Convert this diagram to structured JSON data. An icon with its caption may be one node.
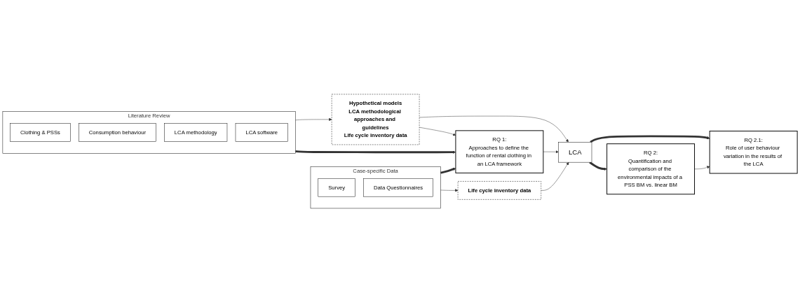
{
  "diagram": {
    "nodes": [
      {
        "text": [
          "Literature Review"
        ]
      },
      {
        "text": [
          "Clothing & PSSs"
        ],
        "in": 0
      },
      {
        "text": [
          "Consumption behaviour"
        ],
        "in": 0
      },
      {
        "text": [
          "LCA methodology"
        ],
        "in": 0
      },
      {
        "text": [
          "LCA software"
        ],
        "in": 0
      },
      {
        "text": [
          "Case-specific Data"
        ]
      },
      {
        "text": [
          "Survey"
        ],
        "in": 5
      },
      {
        "text": [
          "Data Questionnaires"
        ],
        "in": 5
      },
      {
        "text": [
          "Hypothetical models",
          "LCA methodological approaches and guidelines",
          "Life cycle inventory data"
        ]
      },
      {
        "text": [
          "RQ 1:",
          "Approaches to define the function of rental clothing in an LCA framework"
        ]
      },
      {
        "text": [
          "LCA"
        ]
      },
      {
        "text": [
          "RQ 2:",
          "Quantification and comparison of the environmental impacts of a PSS BM vs. linear BM"
        ]
      },
      {
        "text": [
          "RQ 2.1:",
          "Role of user behaviour variation in the results of the LCA"
        ]
      },
      {
        "text": [
          "Life cycle inventory data"
        ]
      }
    ],
    "edges": [
      {
        "from": 0,
        "to": 8,
        "arrow": "to"
      },
      {
        "from": 0,
        "to": 9,
        "arrow": "to",
        "style": "thick"
      },
      {
        "from": 5,
        "to": 9,
        "arrow": "to",
        "style": "thick"
      },
      {
        "from": 8,
        "to": 9,
        "arrow": "to"
      },
      {
        "from": 8,
        "to": 10,
        "arrow": "to"
      },
      {
        "from": 9,
        "to": 10,
        "arrow": "to"
      },
      {
        "from": 10,
        "to": 11,
        "arrow": "to",
        "style": "thick"
      },
      {
        "from": 10,
        "to": 12,
        "arrow": "to",
        "style": "thick"
      },
      {
        "from": 11,
        "to": 12,
        "arrow": "to"
      },
      {
        "from": 5,
        "to": 13,
        "arrow": "to"
      },
      {
        "from": 13,
        "to": 10,
        "arrow": "to"
      }
    ]
  }
}
